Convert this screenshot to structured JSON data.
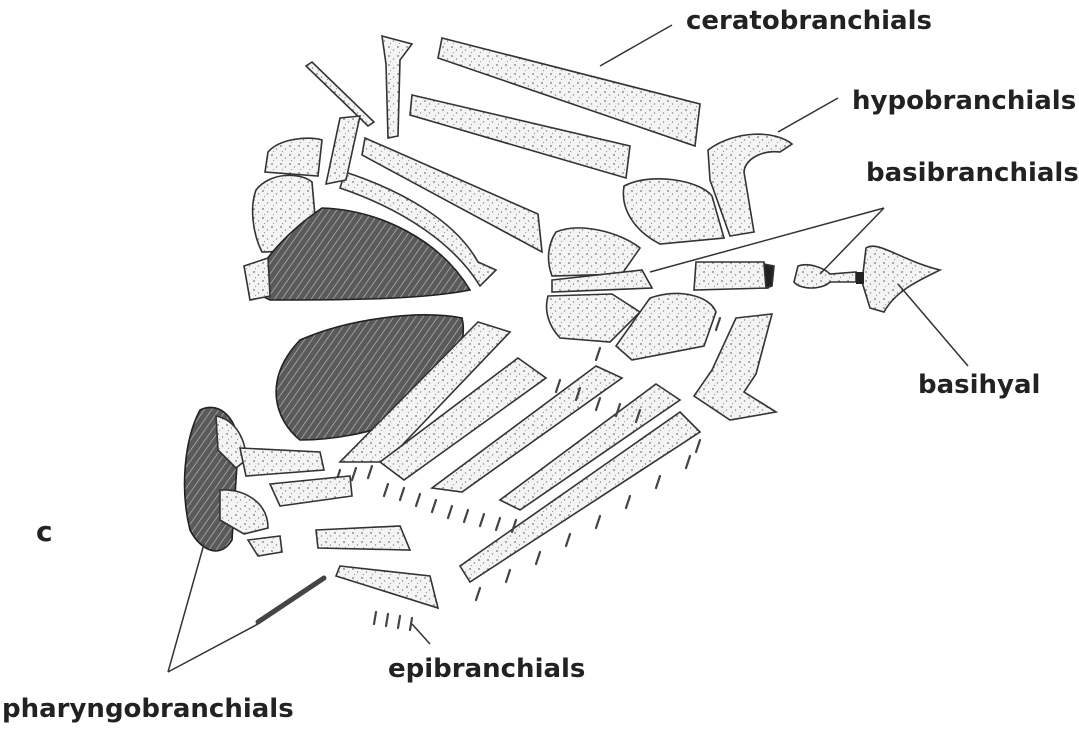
{
  "panel_letter": "c",
  "labels": {
    "ceratobranchials": "ceratobranchials",
    "hypobranchials": "hypobranchials",
    "basibranchials": "basibranchials",
    "basihyal": "basihyal",
    "epibranchials": "epibranchials",
    "pharyngobranchials": "pharyngobranchials"
  }
}
